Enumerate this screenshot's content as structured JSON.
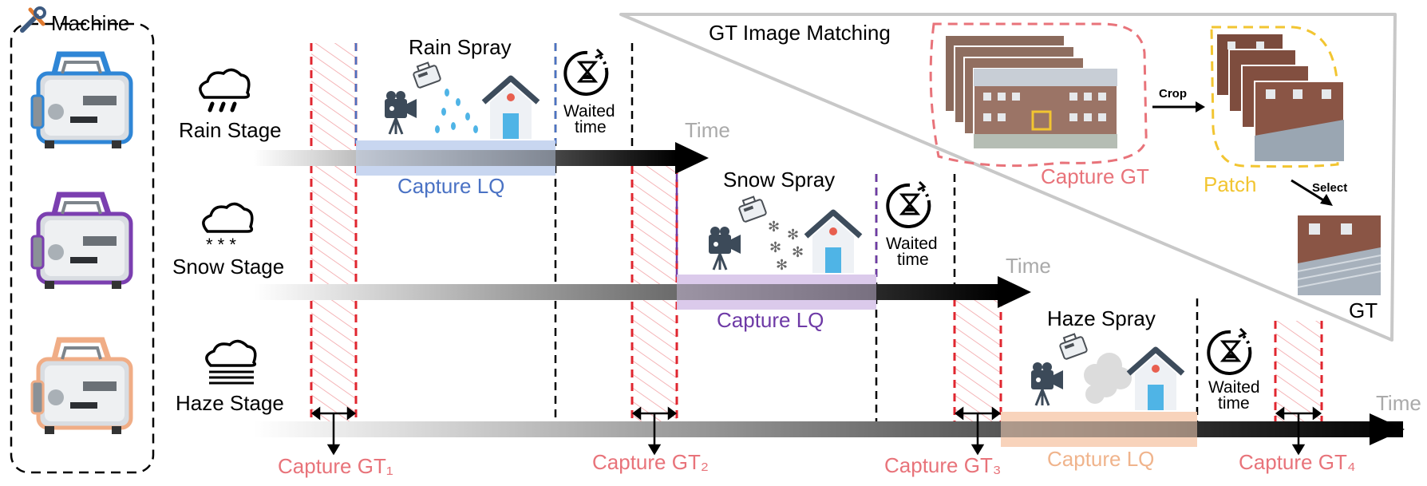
{
  "machine_panel": {
    "label": "Machine",
    "icon": "tools-icon"
  },
  "stages": [
    {
      "label": "Rain Stage",
      "icon": "rain-cloud-icon",
      "spray_label": "Rain Spray",
      "capture_lq": "Capture LQ",
      "waited": [
        "Waited",
        "time"
      ],
      "time_label": "Time",
      "color": "#4a72c4"
    },
    {
      "label": "Snow Stage",
      "icon": "snow-cloud-icon",
      "spray_label": "Snow Spray",
      "capture_lq": "Capture LQ",
      "waited": [
        "Waited",
        "time"
      ],
      "time_label": "Time",
      "color": "#6e3aa6"
    },
    {
      "label": "Haze Stage",
      "icon": "haze-cloud-icon",
      "spray_label": "Haze Spray",
      "capture_lq": "Capture LQ",
      "waited": [
        "Waited",
        "time"
      ],
      "time_label": "Time",
      "color": "#f0b48c"
    }
  ],
  "capture_gt": [
    "Capture GT₁",
    "Capture GT₂",
    "Capture GT₃",
    "Capture GT₄"
  ],
  "gt_matching": {
    "title": "GT Image Matching",
    "capture_gt": "Capture GT",
    "crop": "Crop",
    "patch": "Patch",
    "select": "Select",
    "gt": "GT"
  },
  "colors": {
    "gt_red": "#e8737a",
    "patch_yellow": "#f2c531",
    "lq_blue": "#4a72c4",
    "lq_purple": "#6e3aa6",
    "lq_orange": "#f0b48c",
    "time_gray": "#aaaaaa"
  }
}
